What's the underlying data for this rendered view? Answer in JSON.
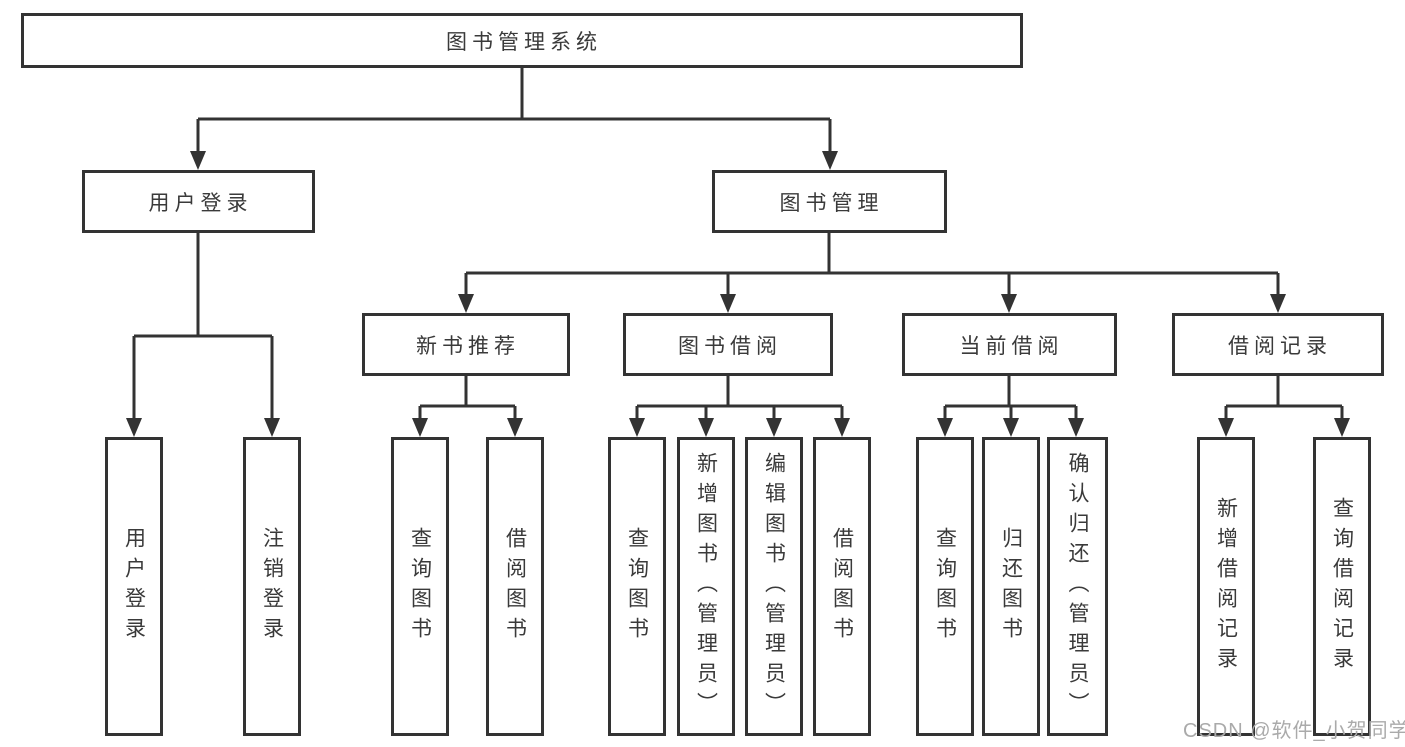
{
  "tree": {
    "root": "图书管理系统",
    "branches": [
      {
        "label": "用户登录",
        "children": [
          "用户登录",
          "注销登录"
        ]
      },
      {
        "label": "图书管理",
        "children": [
          {
            "label": "新书推荐",
            "children": [
              "查询图书",
              "借阅图书"
            ]
          },
          {
            "label": "图书借阅",
            "children": [
              "查询图书",
              "新增图书（管理员）",
              "编辑图书（管理员）",
              "借阅图书"
            ]
          },
          {
            "label": "当前借阅",
            "children": [
              "查询图书",
              "归还图书",
              "确认归还（管理员）"
            ]
          },
          {
            "label": "借阅记录",
            "children": [
              "新增借阅记录",
              "查询借阅记录"
            ]
          }
        ]
      }
    ]
  },
  "watermark": "CSDN @软件_小贺同学",
  "colors": {
    "line": "#333333",
    "text": "#3a3a3a",
    "watermark": "#aaaaaa",
    "background": "#ffffff"
  }
}
